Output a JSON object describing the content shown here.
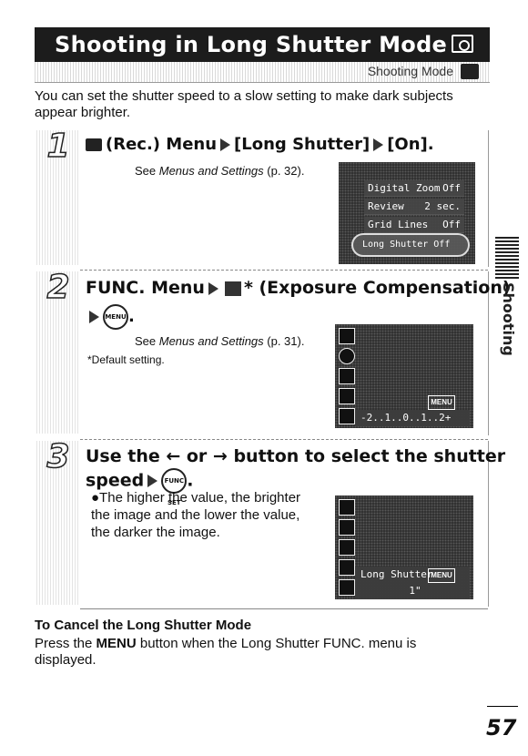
{
  "page": {
    "title": "Shooting in Long Shutter Mode",
    "subtitle": "Shooting Mode",
    "intro": "You can set the shutter speed to a slow setting to make dark subjects appear brighter.",
    "side_tab": "Shooting",
    "page_number": "57"
  },
  "steps": [
    {
      "number": "1",
      "heading_prefix": "(Rec.) Menu",
      "heading_mid": "[Long Shutter]",
      "heading_end": "[On].",
      "ref_lead": "See ",
      "ref_italic": "Menus and Settings",
      "ref_tail": " (p. 32).",
      "screen": {
        "rows": [
          {
            "label": "Digital Zoom",
            "value": "Off"
          },
          {
            "label": "Review",
            "value": "2 sec."
          },
          {
            "label": "Grid Lines",
            "value": "Off"
          }
        ],
        "highlight_label": "Long Shutter",
        "highlight_value": "Off"
      }
    },
    {
      "number": "2",
      "heading_prefix": "FUNC. Menu",
      "heading_mid": "* (Exposure Compensation)",
      "button_label": "MENU",
      "heading_end": ".",
      "ref_lead": "See ",
      "ref_italic": "Menus and Settings",
      "ref_tail": " (p. 31).",
      "note": "*Default setting.",
      "screen": {
        "strip_text": "-2..1..0..1..2+",
        "menu_label": "MENU"
      }
    },
    {
      "number": "3",
      "heading_line1": "Use the ← or → button to select the shutter",
      "heading_line2": "speed",
      "button_label": "FUNC SET",
      "heading_end": ".",
      "bullet": "●The higher the value, the brighter the image and the lower the value, the darker the image.",
      "screen": {
        "strip_text": "Long Shutter",
        "menu_label": "MENU",
        "value": "1\""
      }
    }
  ],
  "cancel": {
    "title": "To Cancel the Long Shutter Mode",
    "body_lead": "Press the ",
    "body_bold": "MENU",
    "body_tail": " button when the Long Shutter FUNC. menu is displayed."
  }
}
